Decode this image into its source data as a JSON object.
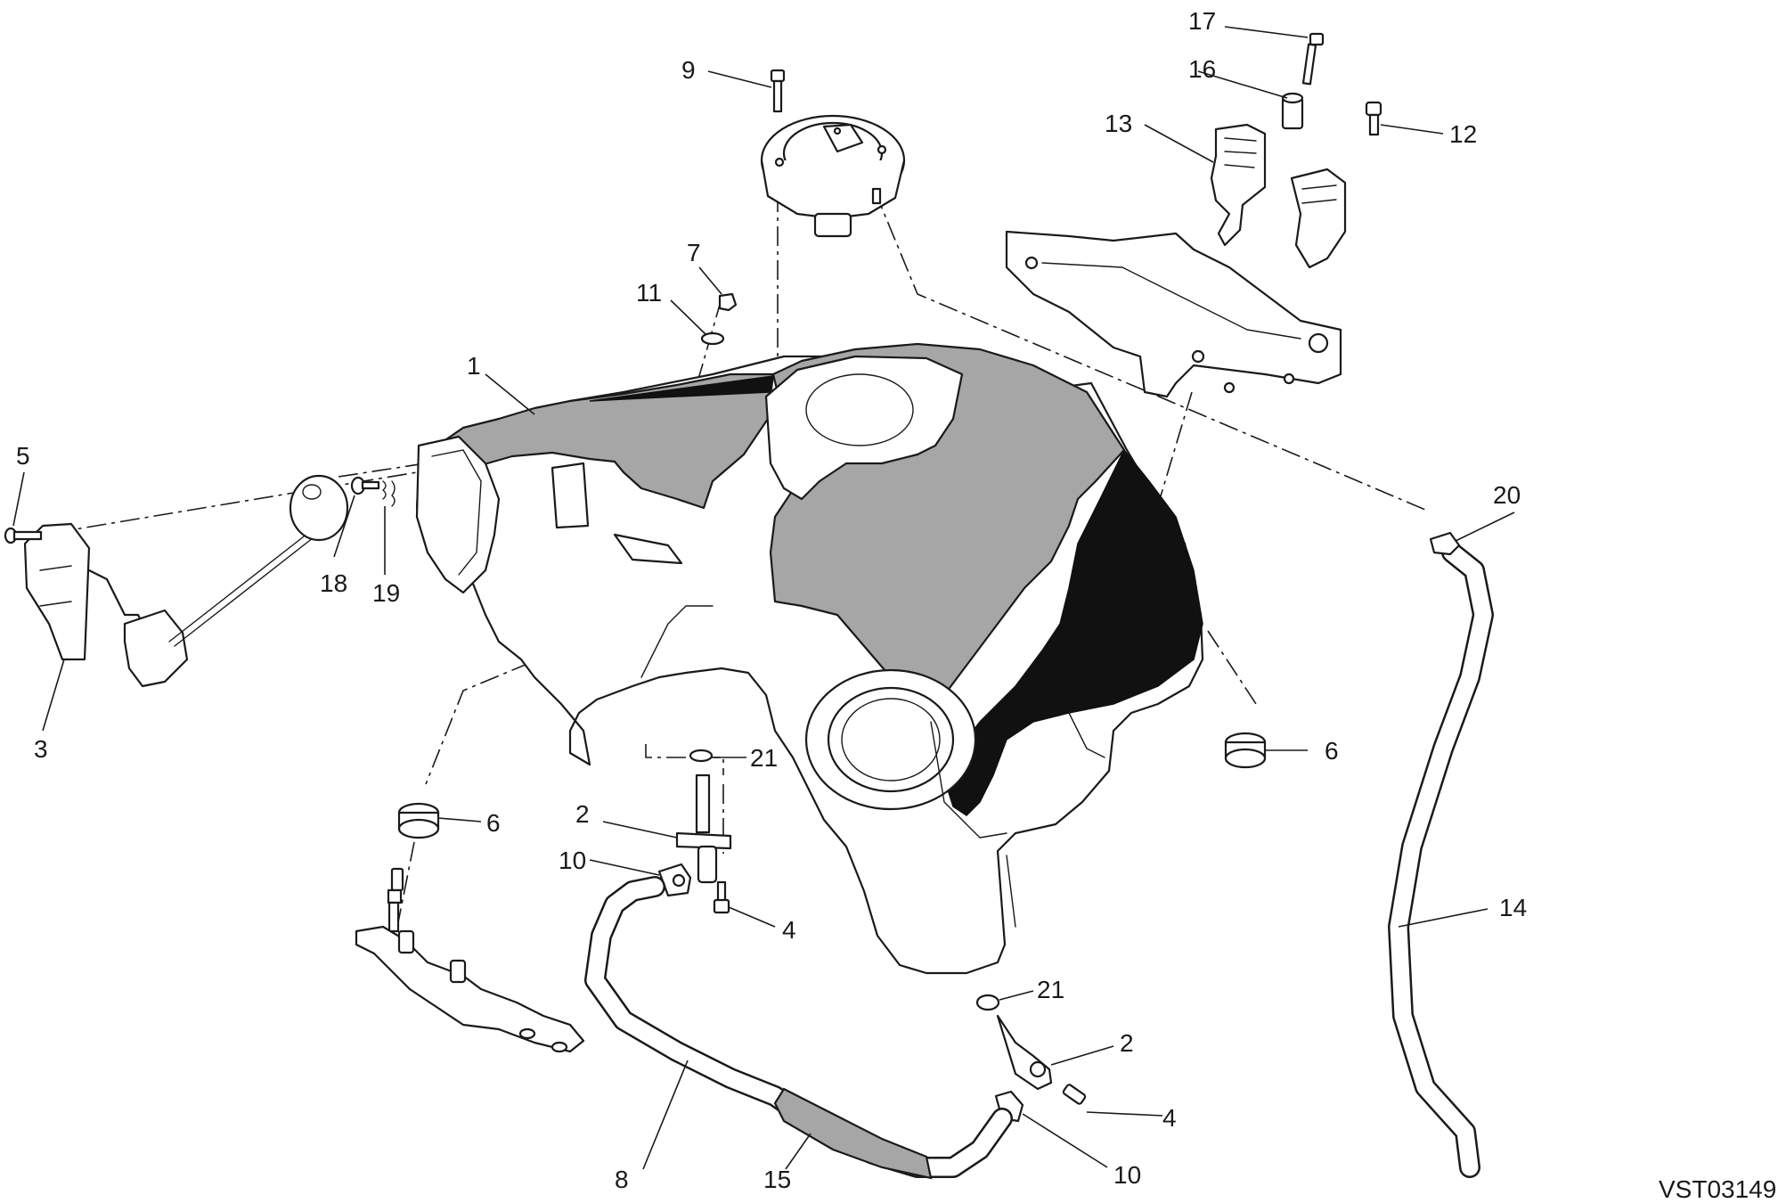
{
  "drawing_code": "VST03149",
  "colors": {
    "line": "#1a1a1a",
    "grey_fill": "#a6a6a6",
    "black_fill": "#111111",
    "background": "#ffffff"
  },
  "callouts": {
    "c1": "1",
    "c2a": "2",
    "c2b": "2",
    "c3": "3",
    "c4a": "4",
    "c4b": "4",
    "c5": "5",
    "c6a": "6",
    "c6b": "6",
    "c7": "7",
    "c8": "8",
    "c9": "9",
    "c10a": "10",
    "c10b": "10",
    "c11": "11",
    "c12": "12",
    "c13": "13",
    "c14": "14",
    "c15": "15",
    "c16": "16",
    "c17": "17",
    "c18": "18",
    "c19": "19",
    "c20": "20",
    "c21a": "21",
    "c21b": "21"
  }
}
